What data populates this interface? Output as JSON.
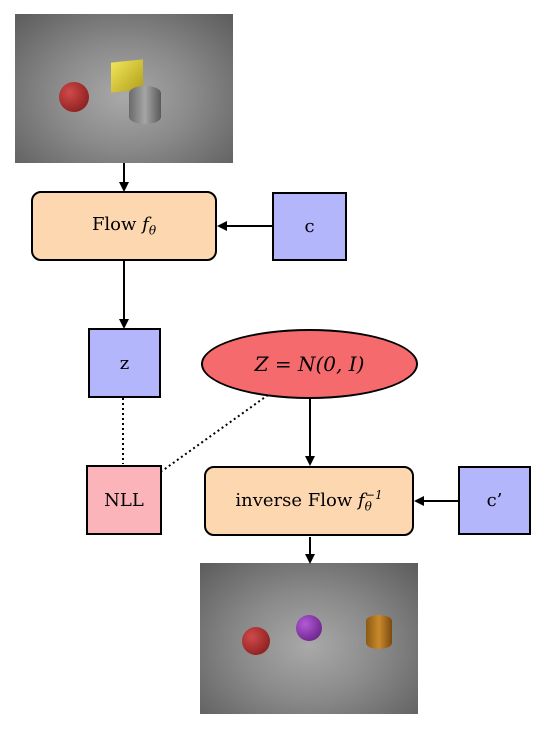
{
  "nodes": {
    "flow_label_text": "Flow ",
    "flow_label_math": "f",
    "flow_label_sub": "θ",
    "c": "c",
    "z": "z",
    "prior": "Z = N(0, I)",
    "nll": "NLL",
    "inverse_flow_text": "inverse Flow ",
    "inverse_flow_math": "f",
    "inverse_flow_sub": "θ",
    "inverse_flow_sup": "−1",
    "c_prime": "c’"
  },
  "colors": {
    "flow_box": "#fdd7b0",
    "condition_box": "#b4b6fb",
    "nll_box": "#fbb4b9",
    "prior_ellipse": "#f56a6d"
  },
  "scenes": {
    "input": [
      "red-sphere",
      "yellow-cube",
      "gray-cylinder"
    ],
    "output": [
      "red-sphere",
      "purple-sphere",
      "orange-cylinder"
    ]
  }
}
